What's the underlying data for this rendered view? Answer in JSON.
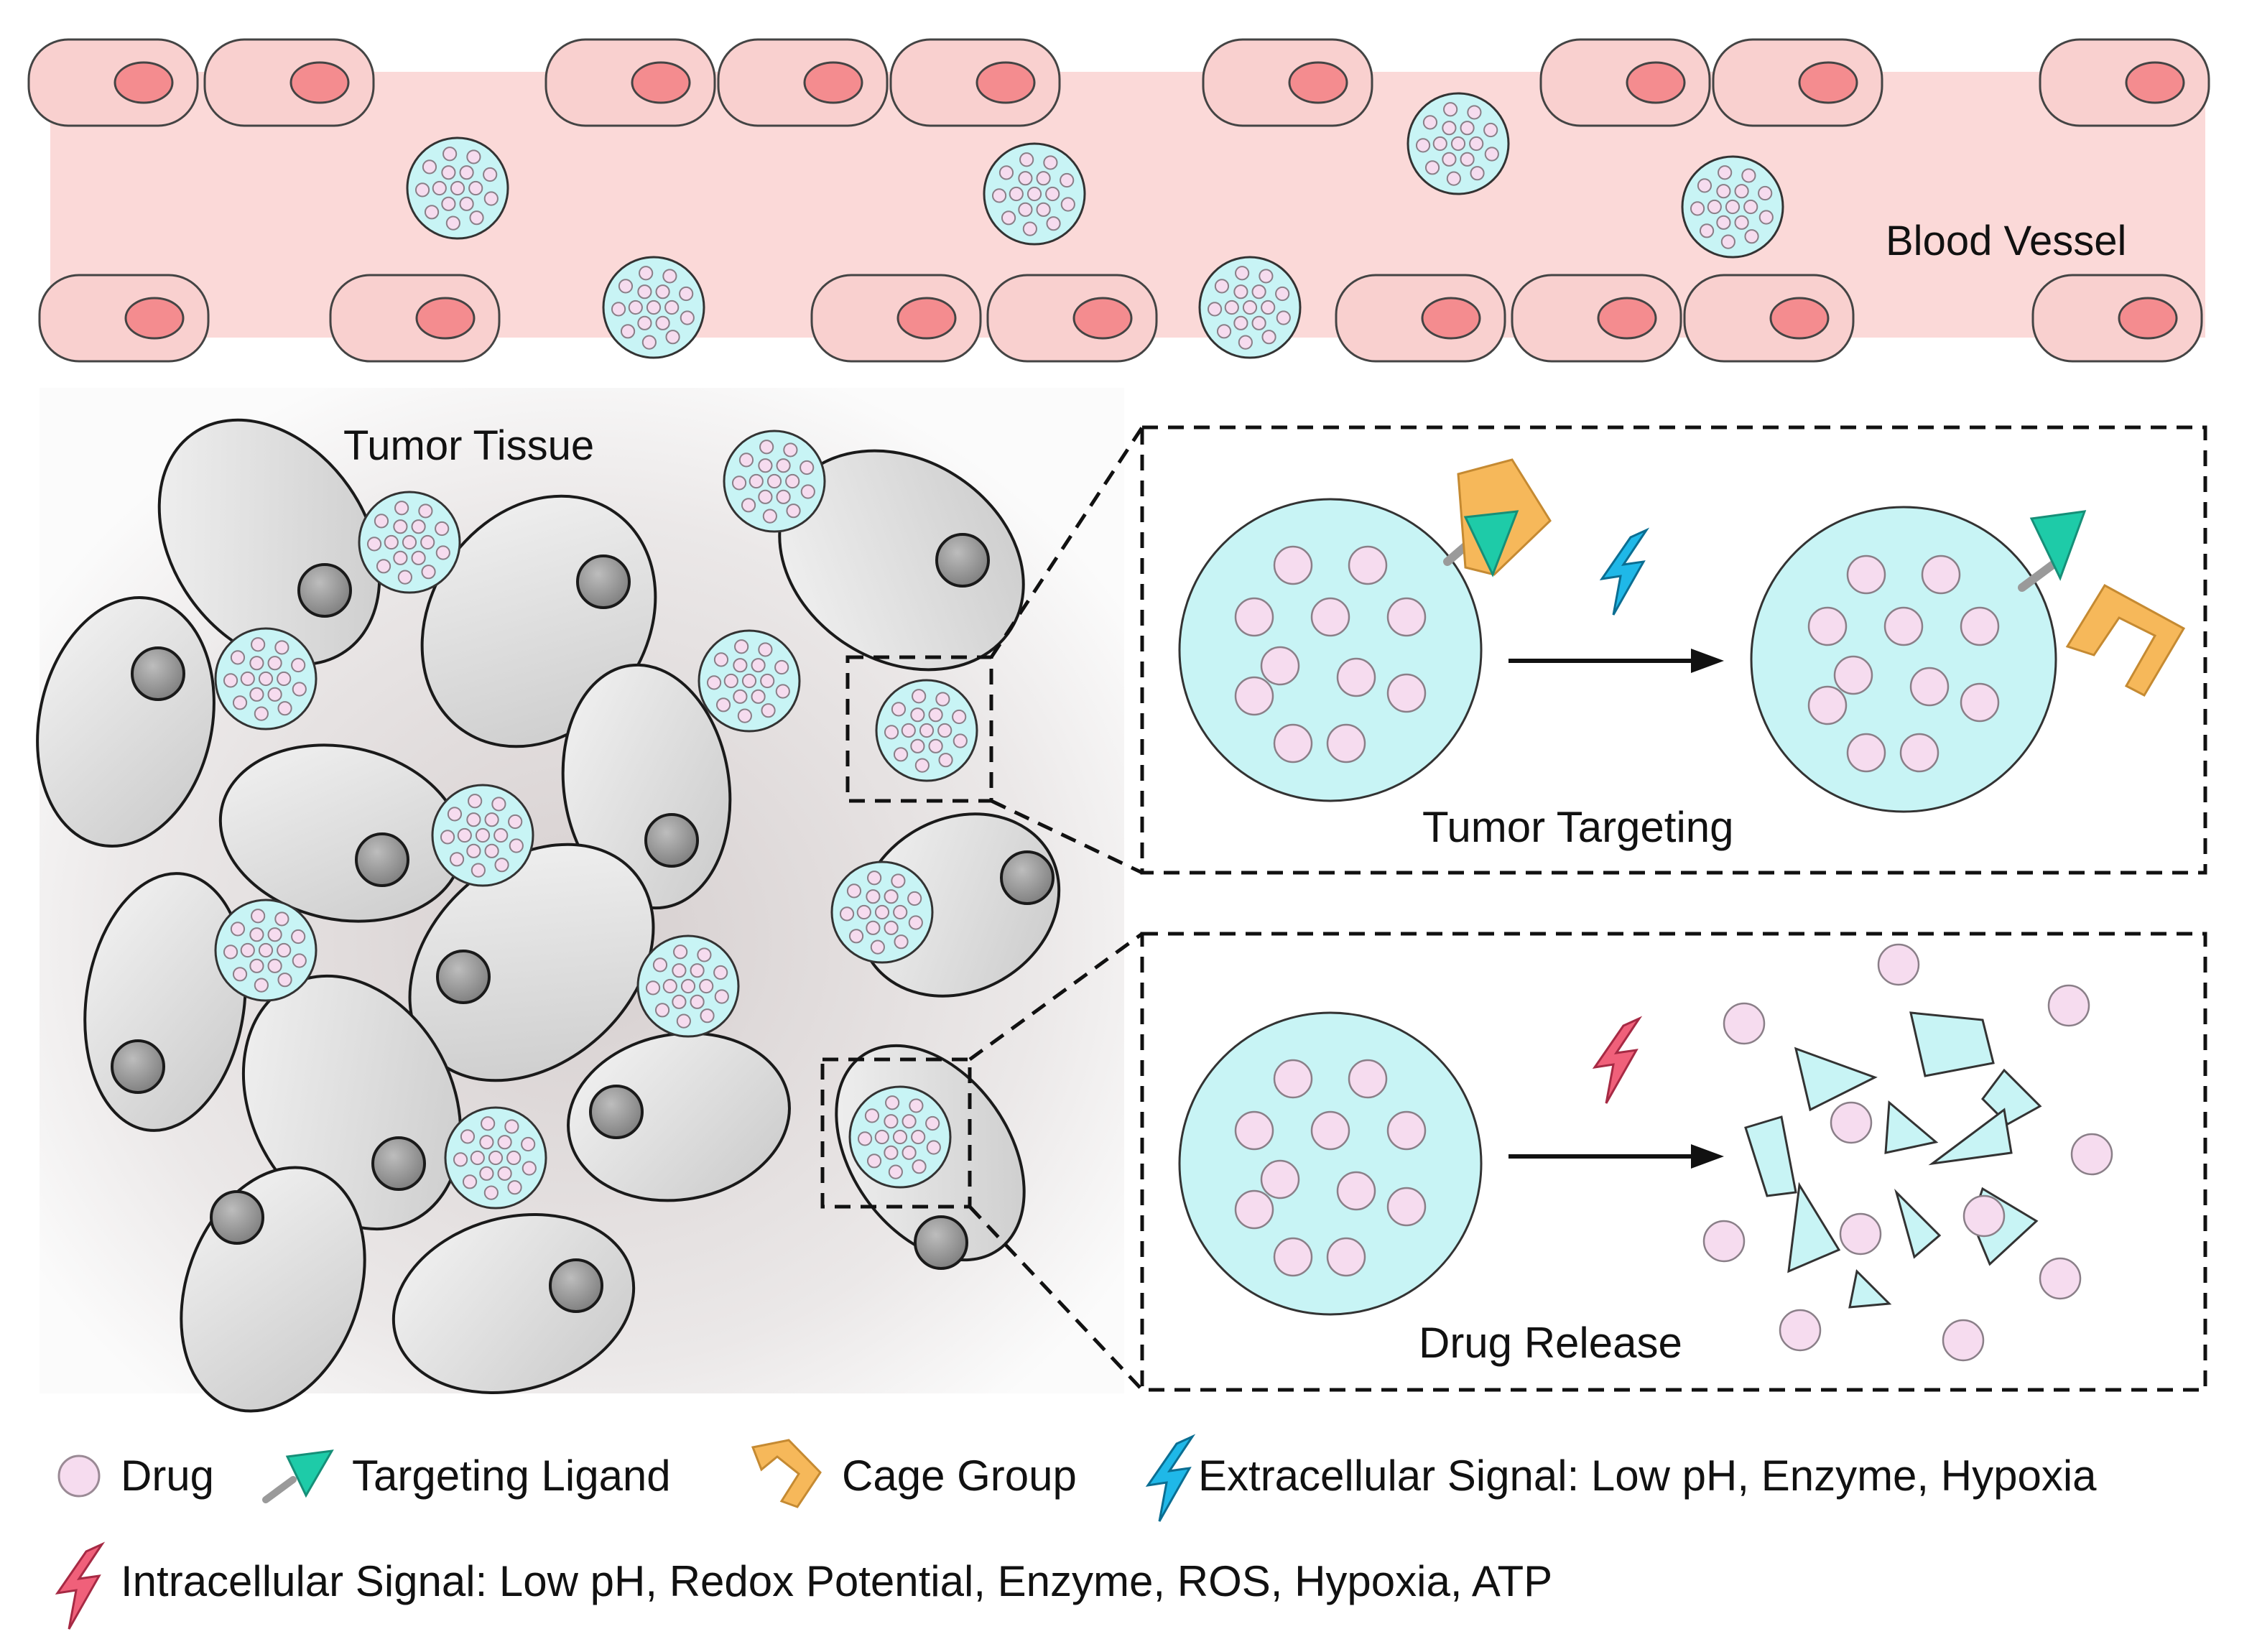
{
  "labels": {
    "blood_vessel": "Blood Vessel",
    "tumor_tissue": "Tumor Tissue",
    "tumor_targeting": "Tumor Targeting",
    "drug_release": "Drug Release"
  },
  "legend": {
    "drug": "Drug",
    "targeting_ligand": "Targeting Ligand",
    "cage_group": "Cage Group",
    "extracellular_signal": "Extracellular Signal: Low pH, Enzyme, Hypoxia",
    "intracellular_signal": "Intracellular Signal: Low pH, Redox Potential, Enzyme, ROS, Hypoxia, ATP"
  },
  "icons": {
    "drug": "drug-circle-icon",
    "targeting_ligand": "targeting-ligand-icon",
    "cage_group": "cage-group-icon",
    "extracellular_signal": "blue-lightning-icon",
    "intracellular_signal": "red-lightning-icon"
  },
  "colors": {
    "vessel": "#fbd9d8",
    "endothelial_cell": "#f9d0cf",
    "endothelial_nucleus": "#f48c8f",
    "nanoparticle": "#c8f4f5",
    "drug": "#f6dcef",
    "ligand": "#1ecba8",
    "cage": "#f6b85a",
    "extracellular_signal": "#1fb8e8",
    "intracellular_signal": "#f0607a",
    "tumor_cell": "#e2e2e2",
    "tumor_nucleus": "#9a9a9a"
  }
}
